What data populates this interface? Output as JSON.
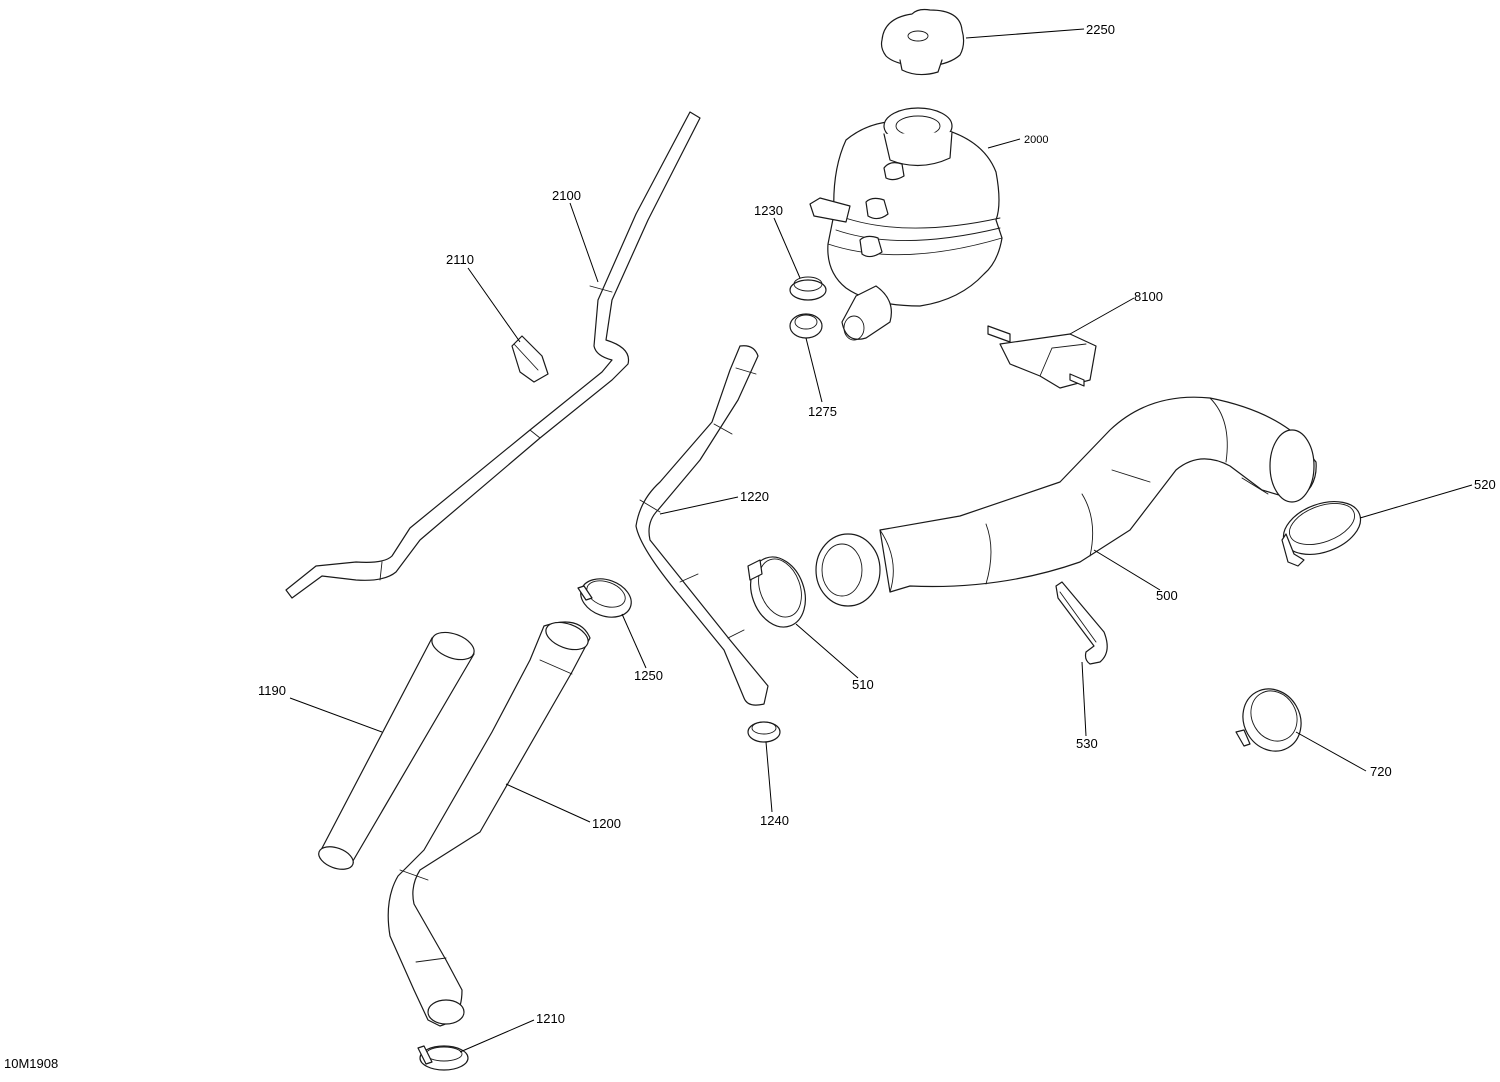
{
  "drawing_number": "10M1908",
  "callouts": {
    "c2250": "2250",
    "c2000": "2000",
    "c2100": "2100",
    "c2110": "2110",
    "c1230": "1230",
    "c1275": "1275",
    "c8100": "8100",
    "c1220": "1220",
    "c520": "520",
    "c500": "500",
    "c510": "510",
    "c1250": "1250",
    "c1190": "1190",
    "c1200": "1200",
    "c530": "530",
    "c720": "720",
    "c1240": "1240",
    "c1210": "1210"
  }
}
